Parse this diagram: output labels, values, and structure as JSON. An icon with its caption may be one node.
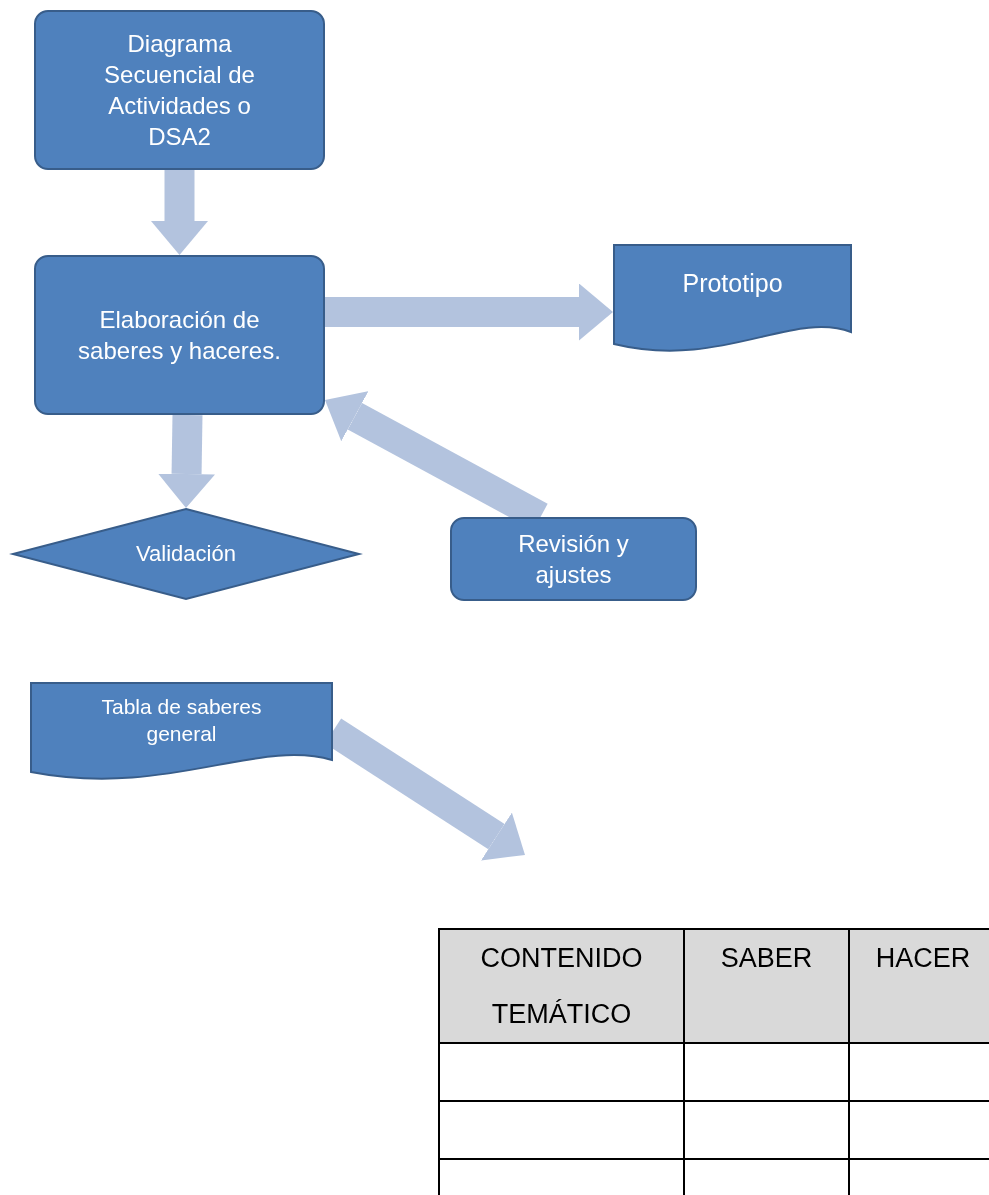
{
  "diagram": {
    "nodes": [
      {
        "text": [
          "Diagrama Secuencial de Actividades o DSA2"
        ]
      },
      {
        "text": [
          "Elaboración de saberes y haceres."
        ]
      },
      {
        "text": [
          "Prototipo"
        ]
      },
      {
        "text": [
          "Validación"
        ]
      },
      {
        "text": [
          "Revisión y ajustes"
        ]
      },
      {
        "text": [
          "Tabla de saberes general"
        ]
      }
    ],
    "edges": [
      {
        "from": 0,
        "to": 1,
        "arrow": "to"
      },
      {
        "from": 1,
        "to": 2,
        "arrow": "to"
      },
      {
        "from": 1,
        "to": 3,
        "arrow": "to"
      },
      {
        "from": 4,
        "to": 1,
        "arrow": "to"
      },
      {
        "from": 5,
        "to": null,
        "arrow": "to"
      }
    ],
    "labels": [
      "CONTENIDO TEMÁTICO",
      "SABER",
      "HACER"
    ]
  }
}
